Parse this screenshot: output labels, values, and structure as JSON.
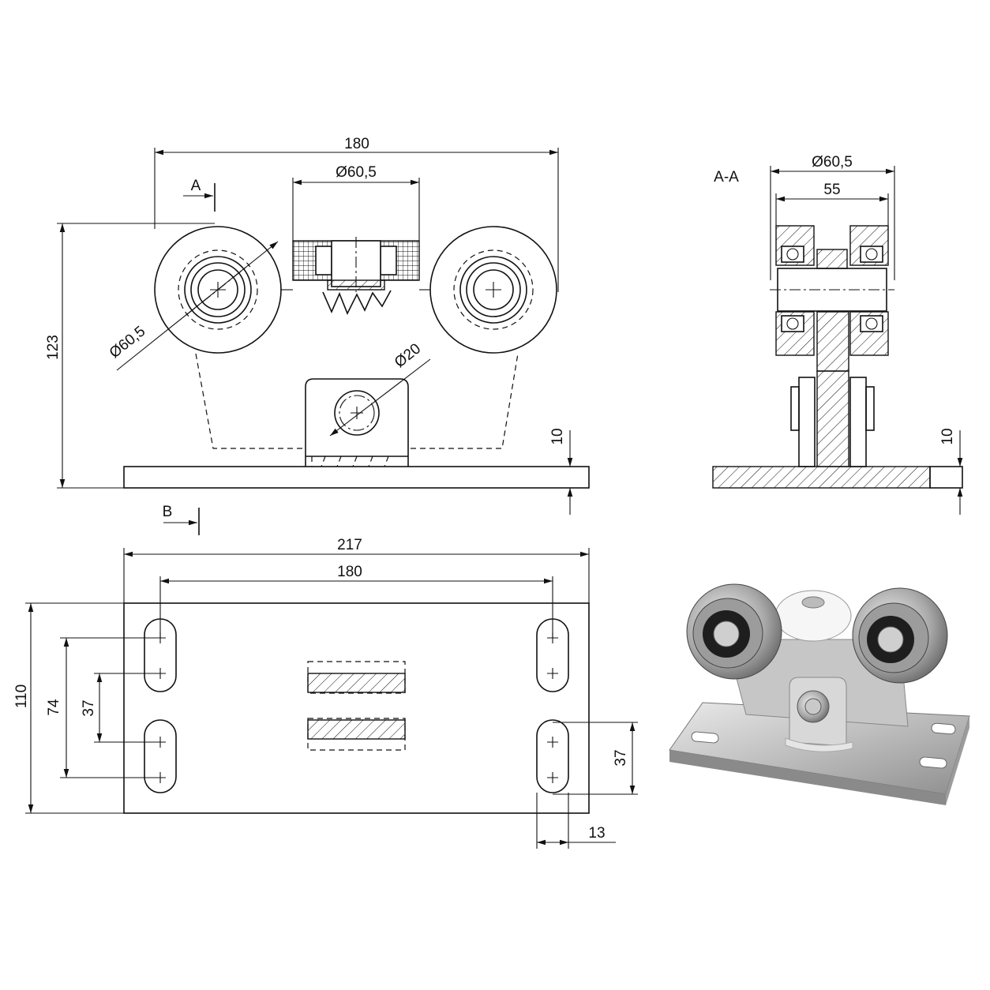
{
  "front_view": {
    "dim_overall_width": "180",
    "dim_wheel_width": "Ø60,5",
    "dim_height": "123",
    "dim_wheel_diameter": "Ø60,5",
    "dim_pin_diameter": "Ø20",
    "dim_plate_thickness": "10",
    "section_marker_a": "A",
    "view_marker_b": "B"
  },
  "section_view": {
    "title": "A-A",
    "dim_wheel_diameter": "Ø60,5",
    "dim_inner_width": "55",
    "dim_plate_thickness": "10"
  },
  "plan_view": {
    "dim_plate_length": "217",
    "dim_hole_spacing": "180",
    "dim_plate_width": "110",
    "dim_slot_outer_spacing": "74",
    "dim_slot_inner_spacing": "37",
    "dim_slot_length_right": "37",
    "dim_slot_width": "13"
  },
  "photo": {
    "description_icon": "roller-carriage-photo"
  }
}
